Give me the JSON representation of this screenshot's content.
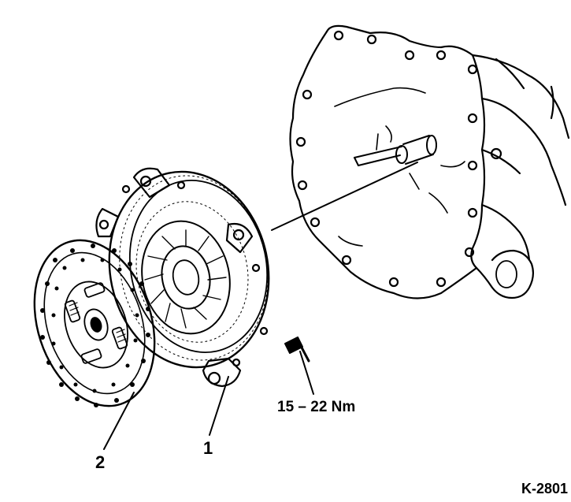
{
  "figure_code": "K-2801",
  "callouts": [
    {
      "id": "1",
      "text": "1"
    },
    {
      "id": "2",
      "text": "2"
    }
  ],
  "torque_spec": "15 – 22 Nm",
  "colors": {
    "ink": "#000000",
    "paper": "#ffffff"
  }
}
